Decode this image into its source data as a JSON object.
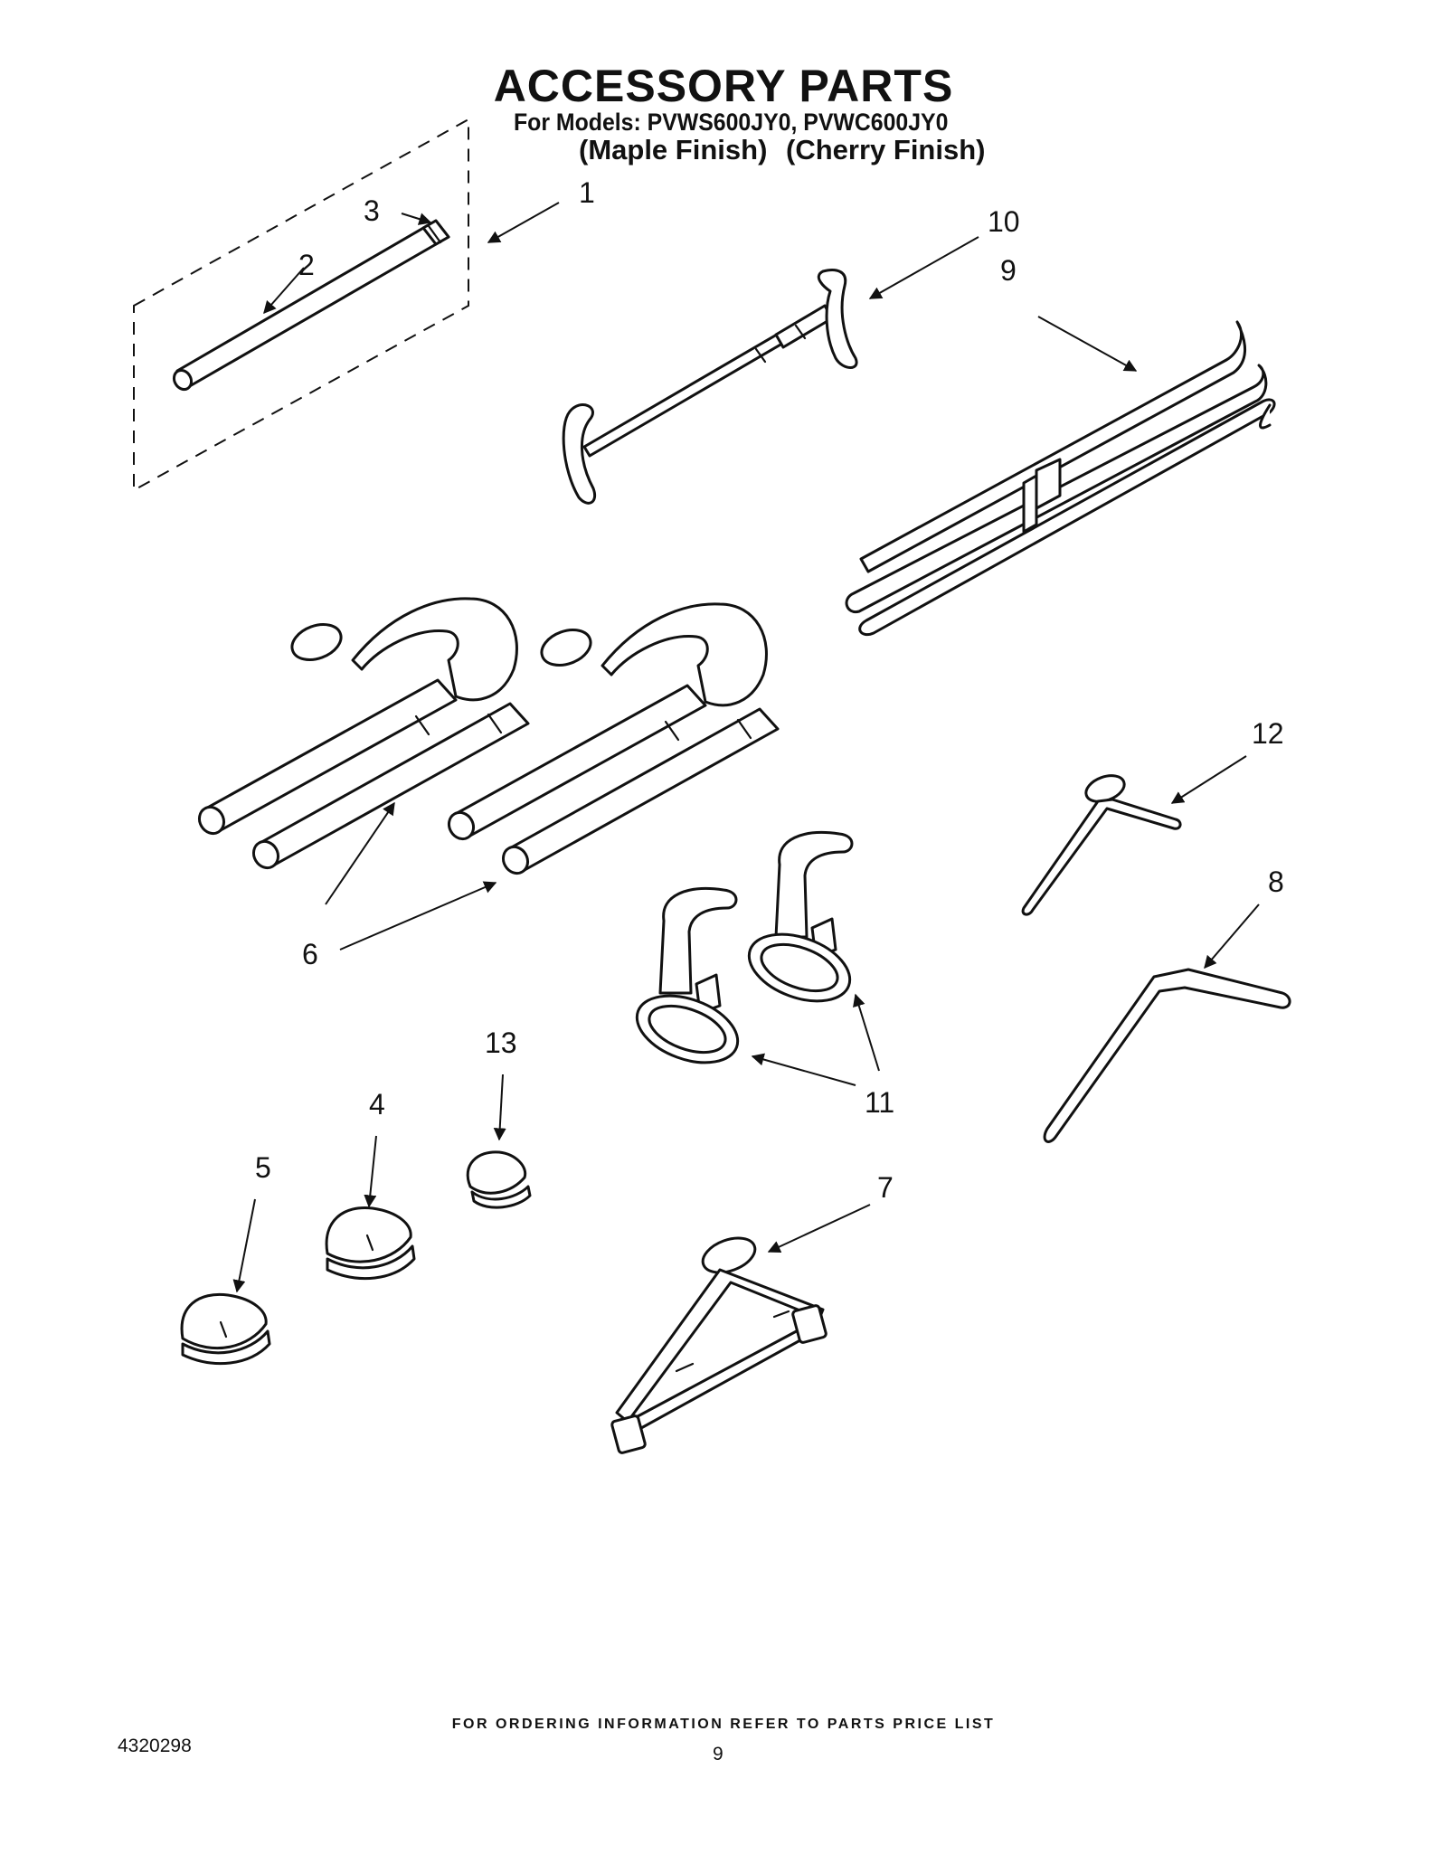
{
  "header": {
    "title": "ACCESSORY PARTS",
    "models": "For Models: PVWS600JY0, PVWC600JY0",
    "finish_maple": "(Maple Finish)",
    "finish_cherry": "(Cherry Finish)"
  },
  "callouts": {
    "c1": "1",
    "c2": "2",
    "c3": "3",
    "c4": "4",
    "c5": "5",
    "c6": "6",
    "c7": "7",
    "c8": "8",
    "c9": "9",
    "c10": "10",
    "c11": "11",
    "c12": "12",
    "c13": "13"
  },
  "footer": {
    "ordering_note": "FOR ORDERING INFORMATION REFER TO PARTS PRICE LIST",
    "doc_number": "4320298",
    "page_number": "9"
  }
}
